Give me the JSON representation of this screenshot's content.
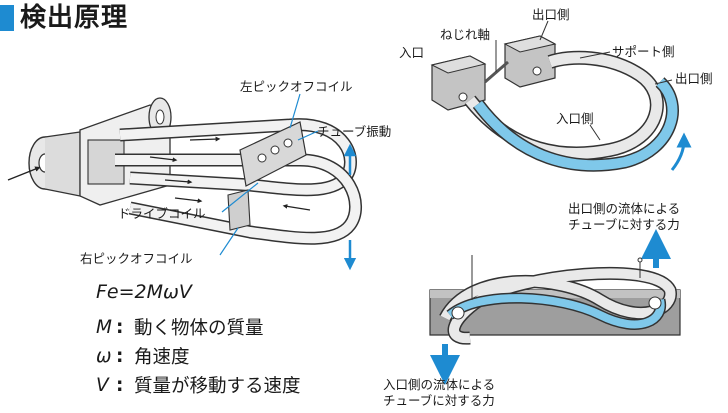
{
  "title": "検出原理",
  "left_diagram": {
    "label_left_pickoff": "左ピックオフコイル",
    "label_tube_vibration": "チューブ振動",
    "label_drive_coil": "ドライブコイル",
    "label_right_pickoff": "右ピックオフコイル"
  },
  "formula": {
    "equation": "Fe=2MωV",
    "definitions": [
      {
        "symbol": "M",
        "text": "動く物体の質量"
      },
      {
        "symbol": "ω",
        "text": "角速度"
      },
      {
        "symbol": "V",
        "text": "質量が移動する速度"
      }
    ]
  },
  "right_top_diagram": {
    "label_outlet_top": "出口側",
    "label_twist_axis": "ねじれ軸",
    "label_inlet": "入口",
    "label_support_side": "サポート側",
    "label_outlet_side": "出口側",
    "label_inlet_side": "入口側"
  },
  "right_bottom_diagram": {
    "label_outlet_force_line1": "出口側の流体による",
    "label_outlet_force_line2": "チューブに対する力",
    "label_inlet_force_line1": "入口側の流体による",
    "label_inlet_force_line2": "チューブに対する力"
  },
  "colors": {
    "accent": "#1e8bd1",
    "tube_fill": "#7fc8ea",
    "block": "#b9b9b9"
  }
}
